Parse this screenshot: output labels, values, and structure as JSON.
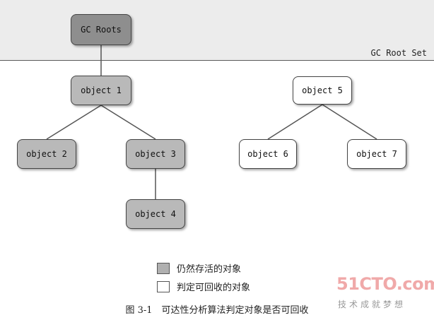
{
  "diagram": {
    "root_set_label": "GC Root Set",
    "nodes": {
      "gc_roots": "GC Roots",
      "object1": "object 1",
      "object2": "object 2",
      "object3": "object 3",
      "object4": "object 4",
      "object5": "object 5",
      "object6": "object 6",
      "object7": "object 7"
    },
    "edges": [
      [
        "gc_roots",
        "object1"
      ],
      [
        "object1",
        "object2"
      ],
      [
        "object1",
        "object3"
      ],
      [
        "object3",
        "object4"
      ],
      [
        "object5",
        "object6"
      ],
      [
        "object5",
        "object7"
      ]
    ]
  },
  "legend": {
    "alive": "仍然存活的对象",
    "dead": "判定可回收的对象"
  },
  "caption": "图 3-1　可达性分析算法判定对象是否可回收",
  "watermark": {
    "logo": "51CTO.com",
    "sub": "技术成就梦想"
  },
  "colors": {
    "root_fill": "#8e8e8e",
    "alive_fill": "#b9b9b9",
    "dead_fill": "#ffffff"
  }
}
